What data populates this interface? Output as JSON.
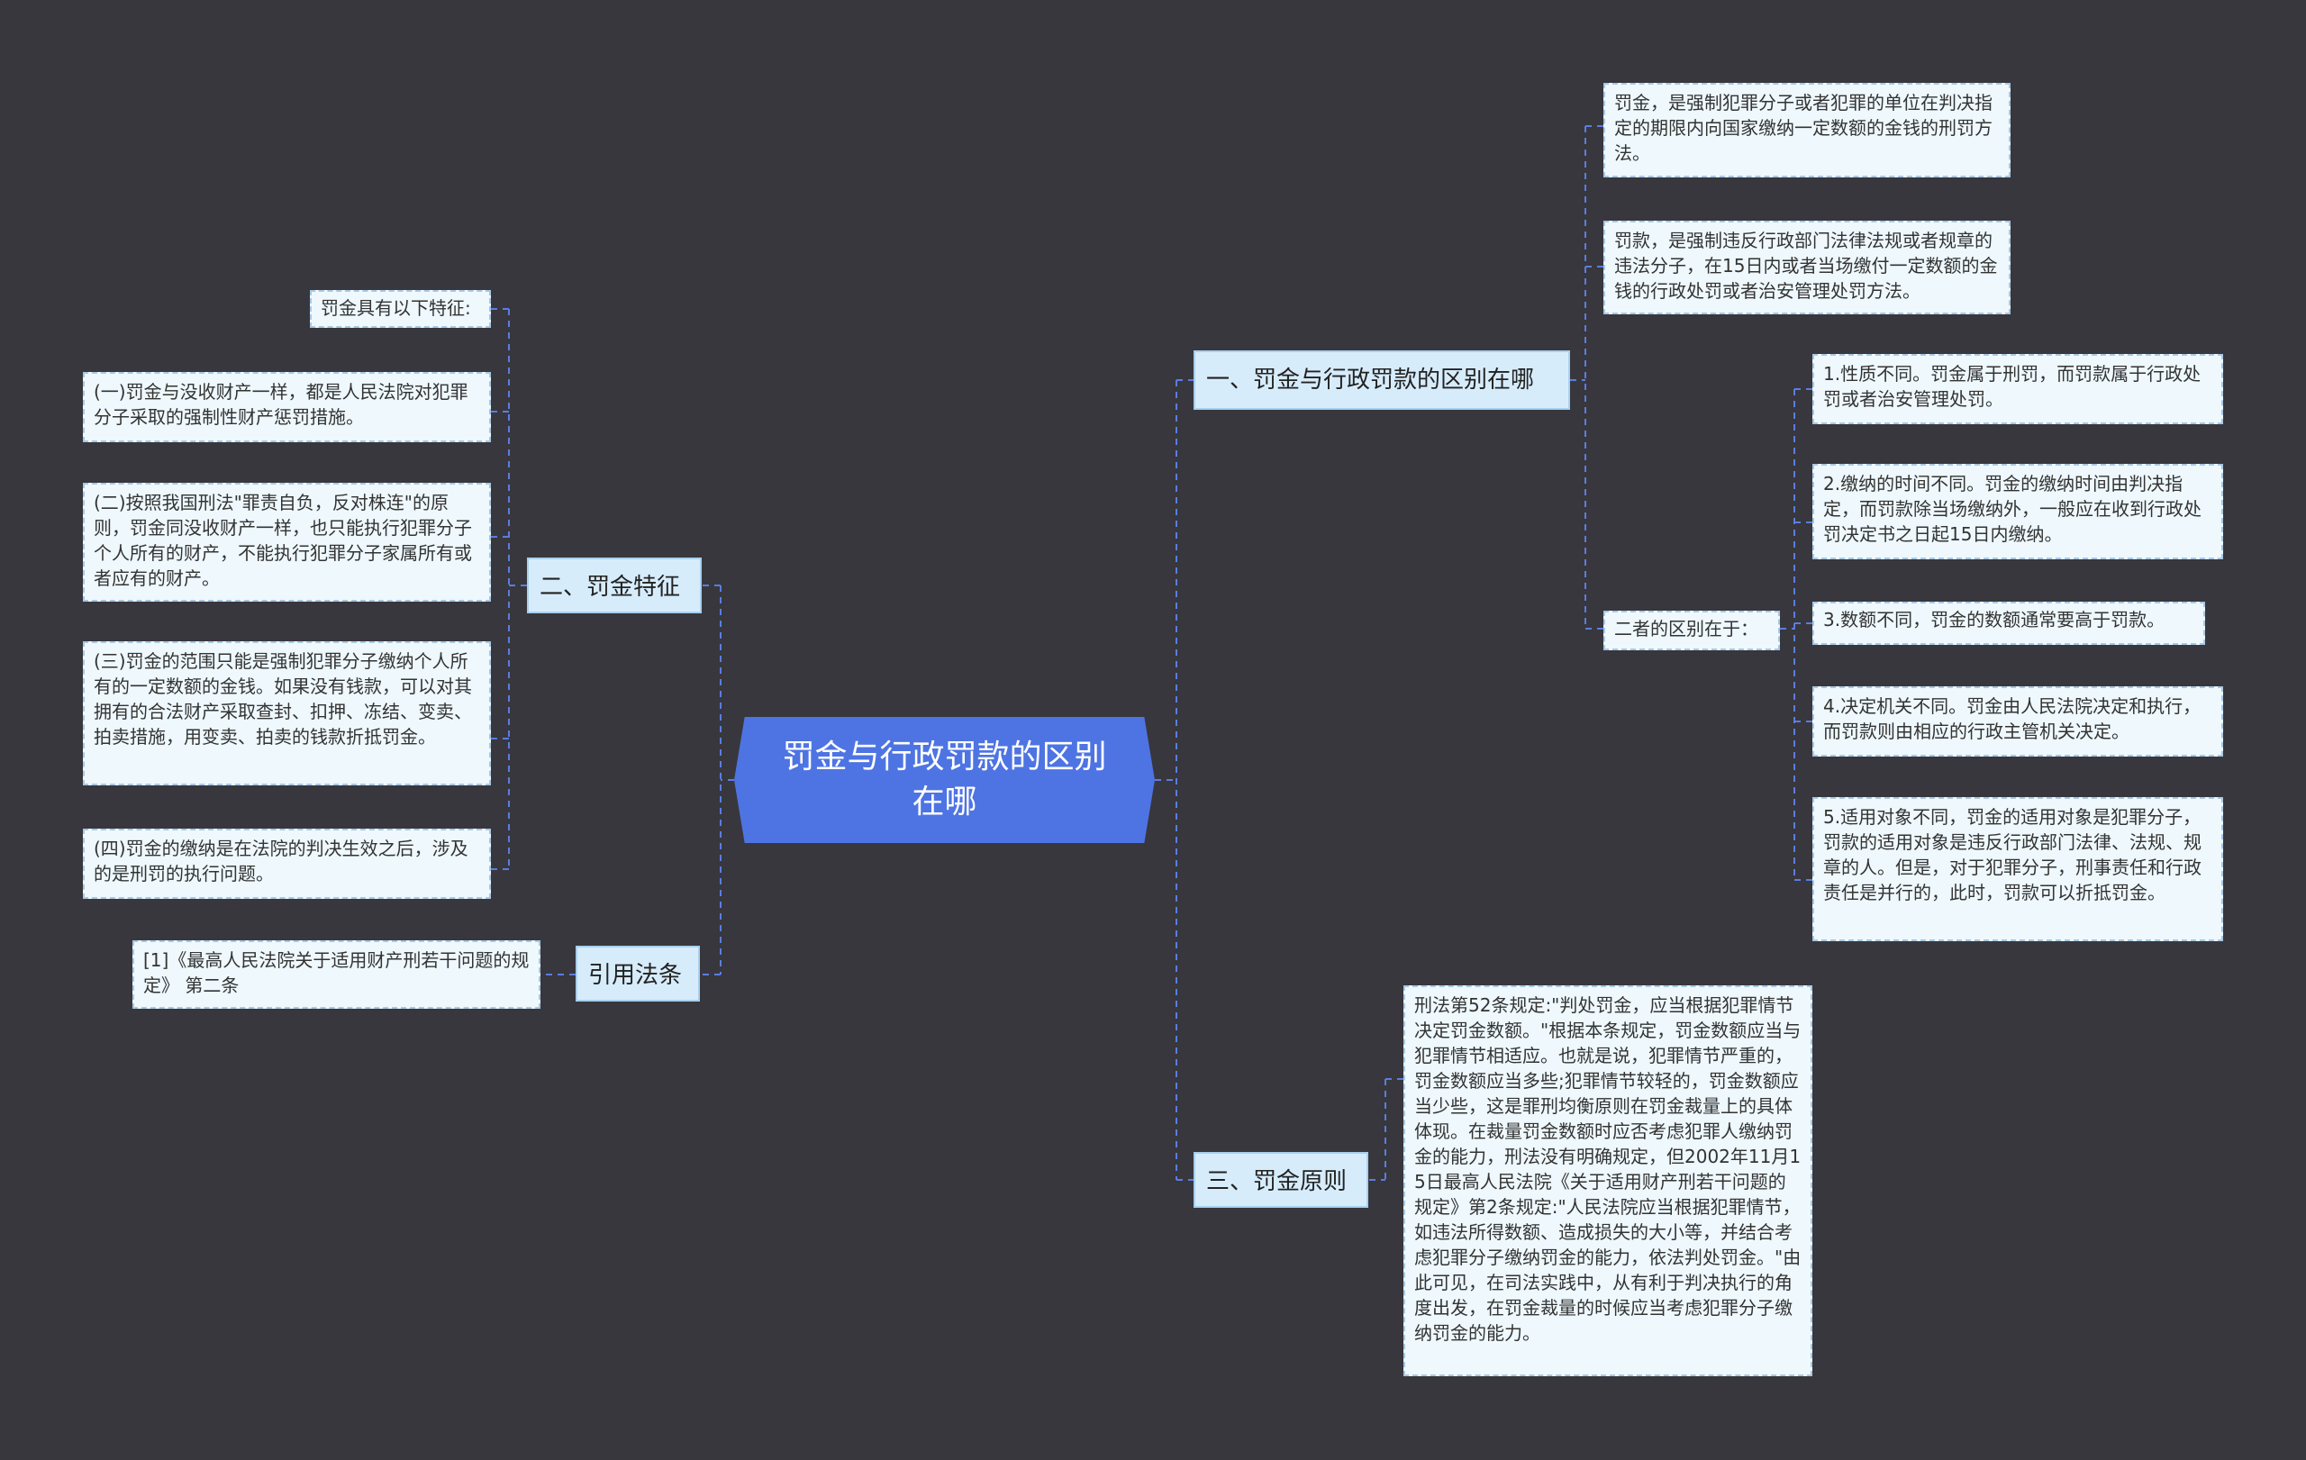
{
  "root": {
    "title": "罚金与行政罚款的区别在哪"
  },
  "branches": {
    "b1": "一、罚金与行政罚款的区别在哪",
    "b2": "二、罚金特征",
    "b3": "三、罚金原则",
    "b4": "引用法条"
  },
  "b1_children": {
    "fajin_def": "罚金，是强制犯罪分子或者犯罪的单位在判决指定的期限内向国家缴纳一定数额的金钱的刑罚方法。",
    "fakuan_def": "罚款，是强制违反行政部门法律法规或者规章的违法分子，在15日内或者当场缴付一定数额的金钱的行政处罚或者治安管理处罚方法。",
    "diff_label": "二者的区别在于：",
    "diffs": [
      "1.性质不同。罚金属于刑罚，而罚款属于行政处罚或者治安管理处罚。",
      "2.缴纳的时间不同。罚金的缴纳时间由判决指定，而罚款除当场缴纳外，一般应在收到行政处罚决定书之日起15日内缴纳。",
      "3.数额不同，罚金的数额通常要高于罚款。",
      "4.决定机关不同。罚金由人民法院决定和执行，而罚款则由相应的行政主管机关决定。",
      "5.适用对象不同，罚金的适用对象是犯罪分子，罚款的适用对象是违反行政部门法律、法规、规章的人。但是，对于犯罪分子，刑事责任和行政责任是并行的，此时，罚款可以折抵罚金。"
    ]
  },
  "b2_children": [
    "罚金具有以下特征:",
    "(一)罚金与没收财产一样，都是人民法院对犯罪分子采取的强制性财产惩罚措施。",
    "(二)按照我国刑法\"罪责自负，反对株连\"的原则，罚金同没收财产一样，也只能执行犯罪分子个人所有的财产，不能执行犯罪分子家属所有或者应有的财产。",
    "(三)罚金的范围只能是强制犯罪分子缴纳个人所有的一定数额的金钱。如果没有钱款，可以对其拥有的合法财产采取查封、扣押、冻结、变卖、拍卖措施，用变卖、拍卖的钱款折抵罚金。",
    "(四)罚金的缴纳是在法院的判决生效之后，涉及的是刑罚的执行问题。"
  ],
  "b3_children": {
    "principle": "刑法第52条规定:\"判处罚金，应当根据犯罪情节决定罚金数额。\"根据本条规定，罚金数额应当与犯罪情节相适应。也就是说，犯罪情节严重的，罚金数额应当多些;犯罪情节较轻的，罚金数额应当少些，这是罪刑均衡原则在罚金裁量上的具体体现。在裁量罚金数额时应否考虑犯罪人缴纳罚金的能力，刑法没有明确规定，但2002年11月15日最高人民法院《关于适用财产刑若干问题的规定》第2条规定:\"人民法院应当根据犯罪情节，如违法所得数额、造成损失的大小等，并结合考虑犯罪分子缴纳罚金的能力，依法判处罚金。\"由此可见，在司法实践中，从有利于判决执行的角度出发，在罚金裁量的时候应当考虑犯罪分子缴纳罚金的能力。"
  },
  "b4_children": {
    "law": "[1]《最高人民法院关于适用财产刑若干问题的规定》 第二条"
  },
  "colors": {
    "background": "#38373d",
    "root": "#4e74e3",
    "branch": "#d7ecfb",
    "leaf": "#eef8fd",
    "connector": "#5b7de0"
  }
}
